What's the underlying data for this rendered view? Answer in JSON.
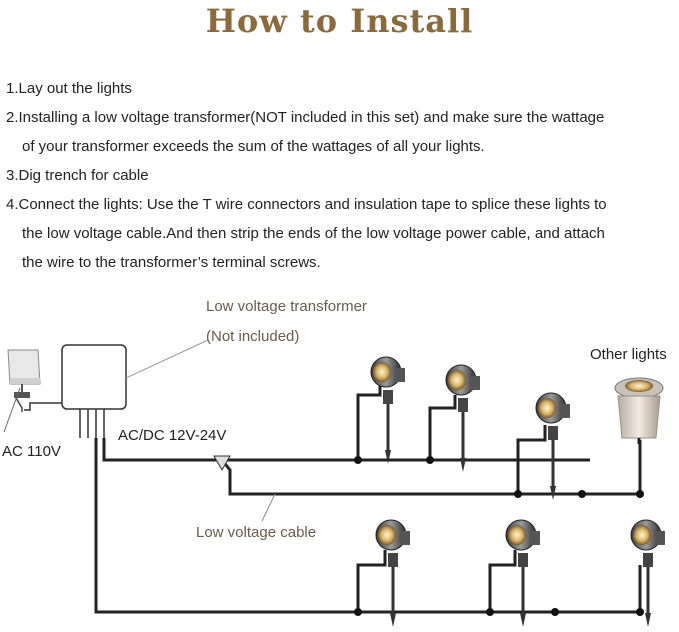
{
  "title": "How to Install",
  "steps": [
    {
      "line1": "1.Lay out the lights"
    },
    {
      "line1": "2.Installing a low voltage transformer(NOT included in this set) and make sure the wattage",
      "line2": "of your transformer exceeds the sum of the wattages of all your lights."
    },
    {
      "line1": "3.Dig trench for cable"
    },
    {
      "line1": "4.Connect the lights: Use the T wire connectors and insulation tape to splice these lights to",
      "line2": "the low voltage cable.And then strip the ends of the low voltage power cable, and attach",
      "line3": "the wire to the transformer’s terminal screws."
    }
  ],
  "diagram": {
    "transformer_label": "Low voltage transformer",
    "transformer_note": "(Not included)",
    "other_lights_label": "Other lights",
    "ac_label": "AC 110V",
    "dc_label": "AC/DC 12V-24V",
    "cable_label": "Low voltage cable"
  }
}
